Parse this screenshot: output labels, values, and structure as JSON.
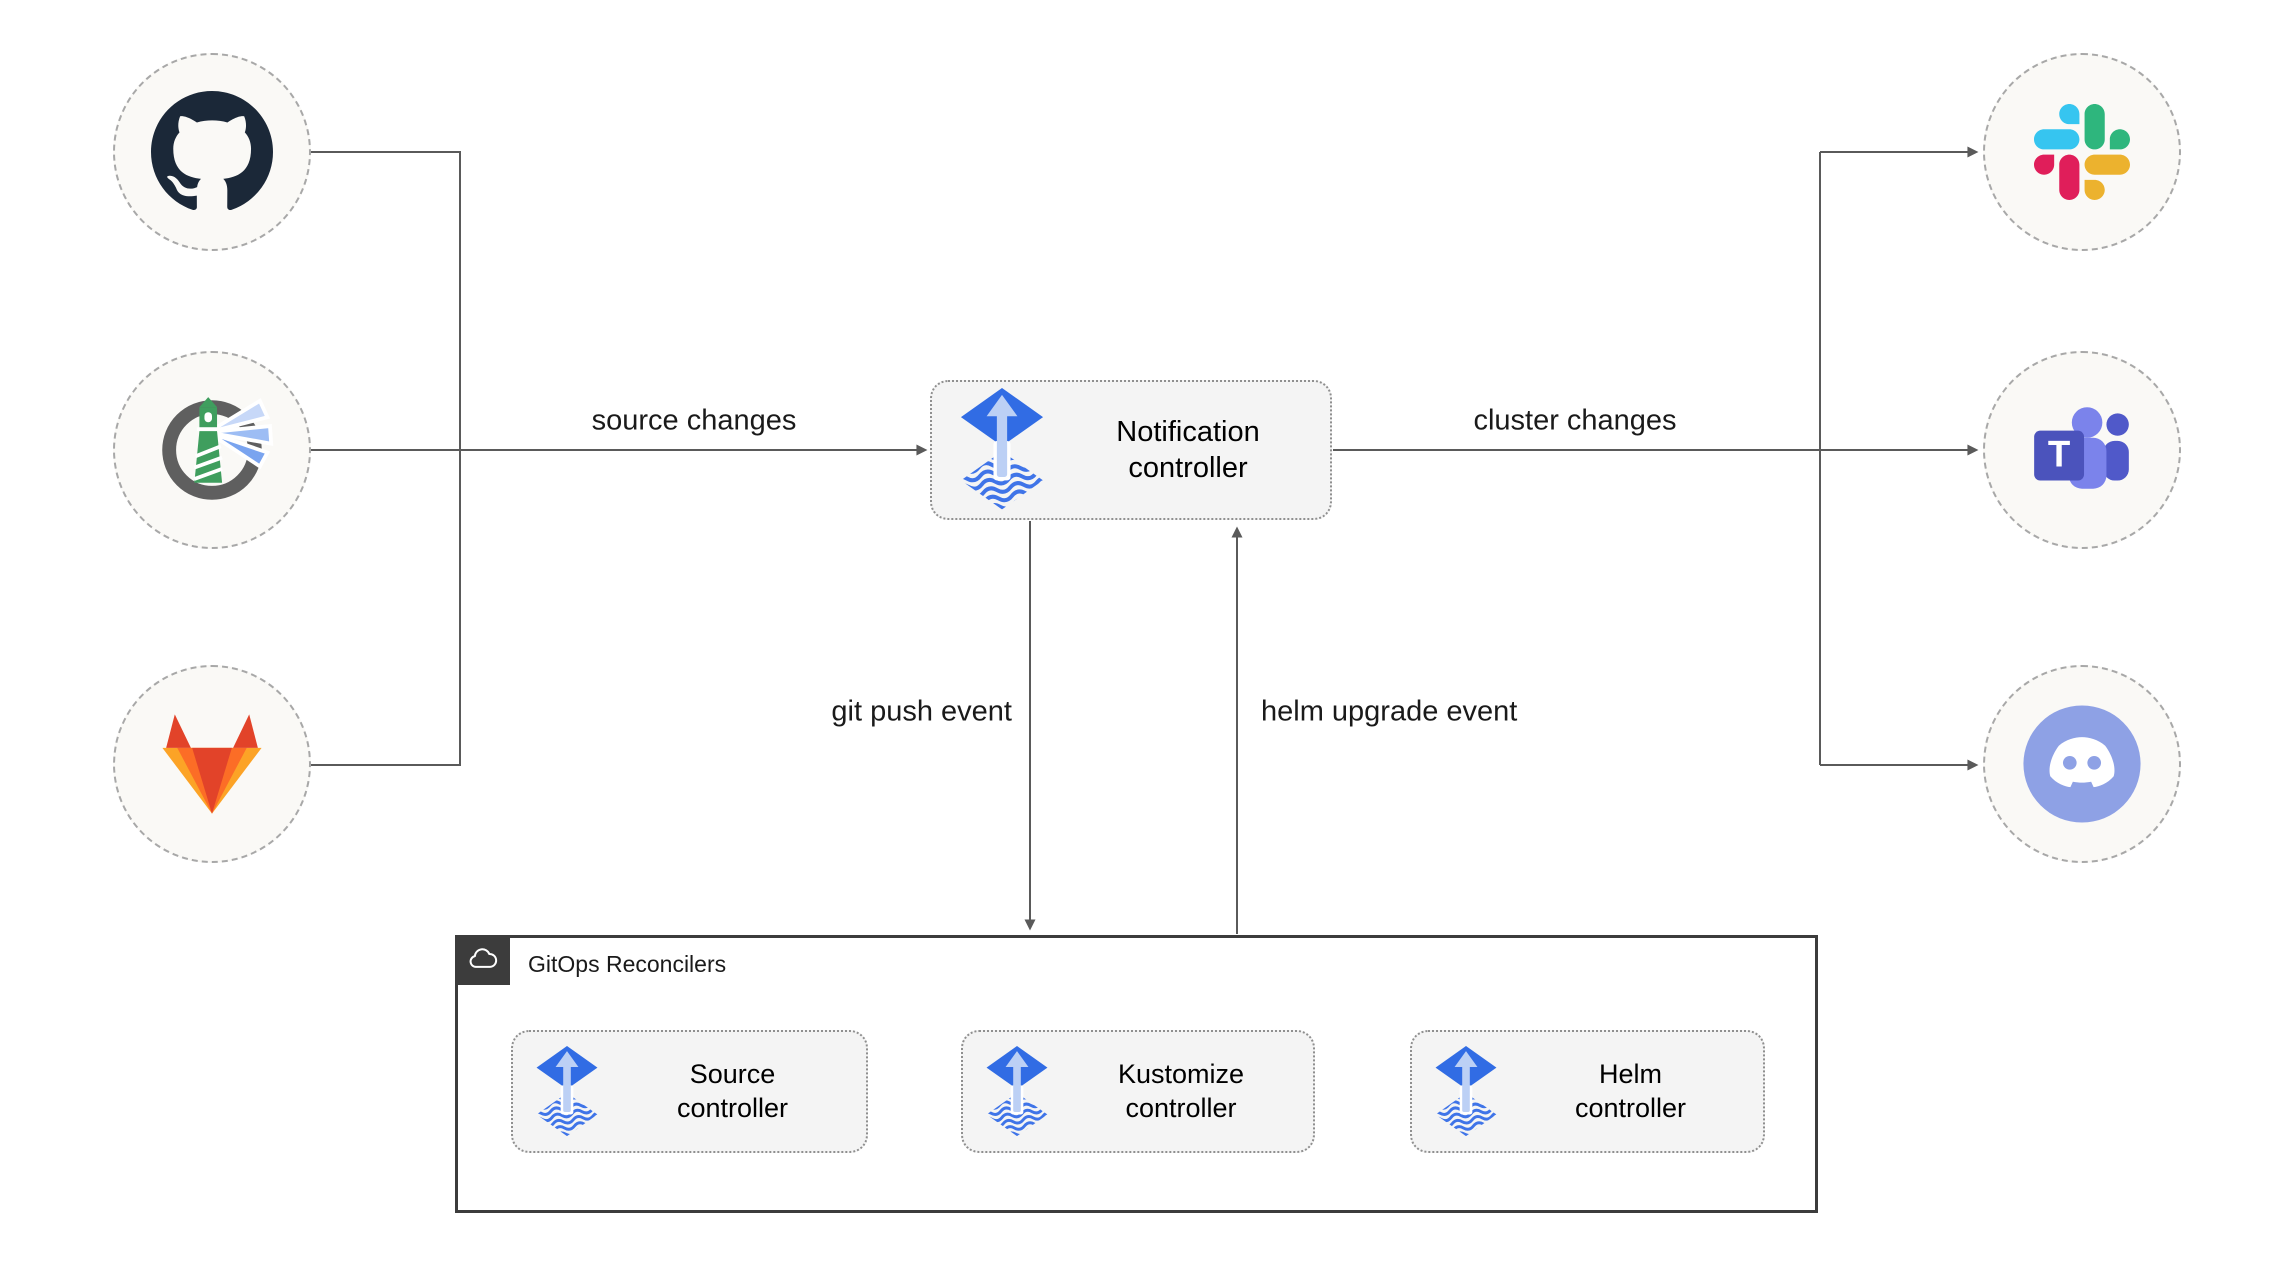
{
  "nodes": {
    "notification": [
      "Notification",
      "controller"
    ],
    "source": [
      "Source",
      "controller"
    ],
    "kustomize": [
      "Kustomize",
      "controller"
    ],
    "helm": [
      "Helm",
      "controller"
    ]
  },
  "edges": {
    "source_changes": "source changes",
    "cluster_changes": "cluster changes",
    "git_push": "git push event",
    "helm_upgrade": "helm upgrade event"
  },
  "group": {
    "label": "GitOps Reconcilers",
    "icon": "cloud-icon"
  },
  "sources": [
    {
      "id": "github",
      "icon": "github-icon"
    },
    {
      "id": "harbor",
      "icon": "harbor-icon"
    },
    {
      "id": "gitlab",
      "icon": "gitlab-icon"
    }
  ],
  "targets": [
    {
      "id": "slack",
      "icon": "slack-icon"
    },
    {
      "id": "teams",
      "icon": "microsoft-teams-icon"
    },
    {
      "id": "discord",
      "icon": "discord-icon"
    }
  ],
  "icons": {
    "teams_letter": "T"
  },
  "colors": {
    "flux_blue": "#316ce4",
    "flux_wave_blue": "#3f74e8",
    "flux_arrow_light": "#bcd0f5",
    "line_gray": "#5a5a5a",
    "box_fill": "#f4f4f4",
    "box_border": "#8f8f8f",
    "circle_fill": "#faf9f6",
    "circle_border": "#a8a8a8",
    "group_border": "#3c3c3c",
    "github_dark": "#1b2838",
    "harbor_ring_gray": "#5f5f5f",
    "harbor_green": "#3f9e5e",
    "gitlab_red": "#e24329",
    "gitlab_orange": "#fc6d26",
    "gitlab_amber": "#fca326",
    "slack_blue": "#36c5f0",
    "slack_green": "#2eb67d",
    "slack_yellow": "#ecb22e",
    "slack_red": "#e01e5a",
    "teams_light_purple": "#7b83eb",
    "teams_purple": "#5059c9",
    "teams_dark_purple": "#4b53bc",
    "discord_blurple": "#8ea1e5"
  }
}
